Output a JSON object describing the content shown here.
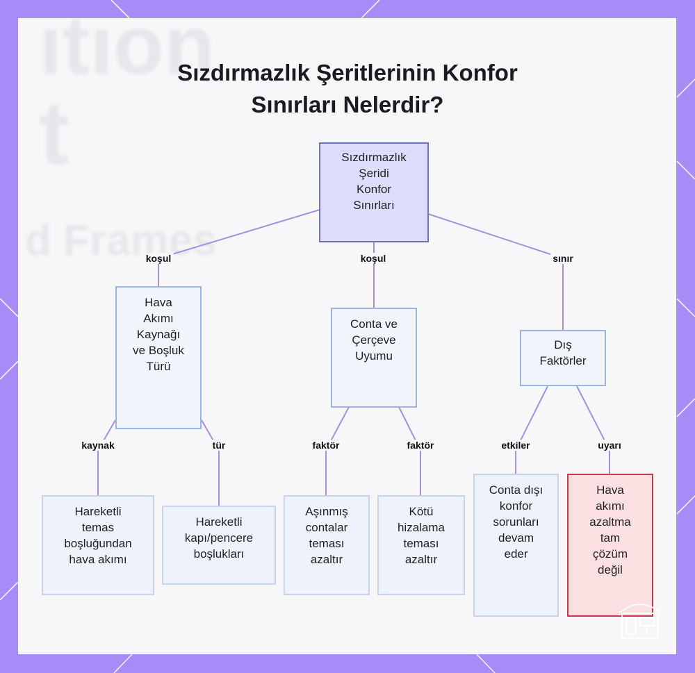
{
  "title_line1": "Sızdırmazlık Şeritlerinin Konfor",
  "title_line2": "Sınırları Nelerdir?",
  "colors": {
    "frame": "#a78bf7",
    "edge": "#a48fe0",
    "root_fill": "#dcdcfb",
    "warn_border": "#c23b4a"
  },
  "nodes": {
    "root": "Sızdırmazlık\nŞeridi\nKonfor\nSınırları",
    "airflow": "Hava\nAkımı\nKaynağı\nve Boşluk\nTürü",
    "fit": "Conta ve\nÇerçeve\nUyumu",
    "external": "Dış\nFaktörler",
    "moving_gap": "Hareketli\ntemas\nboşluğundan\nhava akımı",
    "door_gaps": "Hareketli\nkapı/pencere\nboşlukları",
    "worn": "Aşınmış\ncontalar\nteması\nazaltır",
    "misalign": "Kötü\nhizalama\nteması\nazaltır",
    "outside_issues": "Conta dışı\nkonfor\nsorunları\ndevam\neder",
    "not_full": "Hava\nakımı\nazaltma\ntam\nçözüm\ndeğil"
  },
  "edge_labels": {
    "root_airflow": "koşul",
    "root_fit": "koşul",
    "root_external": "sınır",
    "airflow_moving": "kaynak",
    "airflow_door": "tür",
    "fit_worn": "faktör",
    "fit_misalign": "faktör",
    "external_outside": "etkiler",
    "external_notfull": "uyarı"
  },
  "logo_icon": "building-icon"
}
